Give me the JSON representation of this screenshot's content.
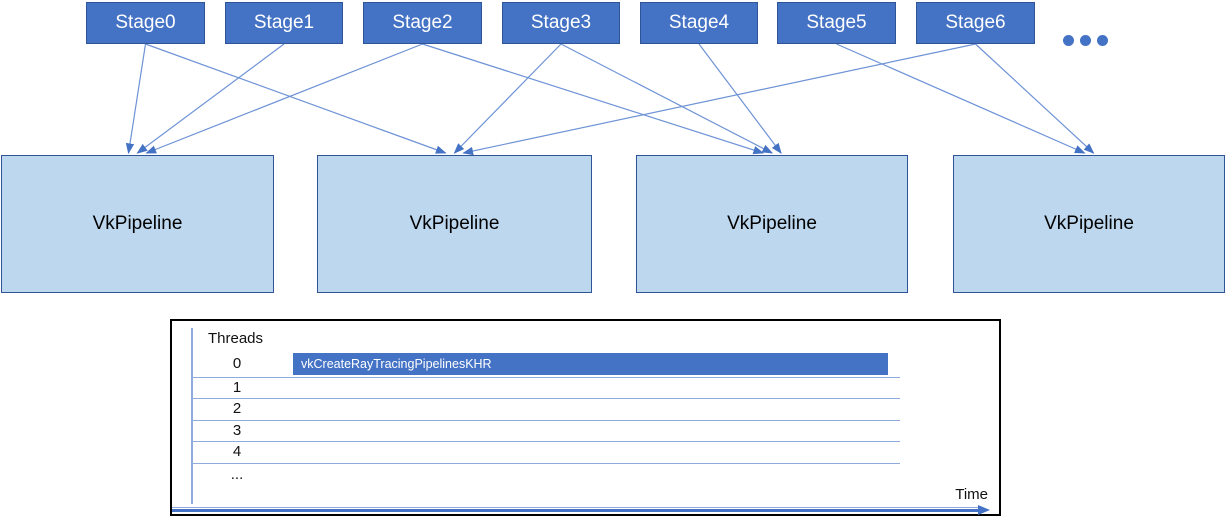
{
  "diagram": {
    "stages": [
      {
        "label": "Stage0"
      },
      {
        "label": "Stage1"
      },
      {
        "label": "Stage2"
      },
      {
        "label": "Stage3"
      },
      {
        "label": "Stage4"
      },
      {
        "label": "Stage5"
      },
      {
        "label": "Stage6"
      }
    ],
    "more_stages_indicator": "...",
    "pipelines": [
      {
        "label": "VkPipeline"
      },
      {
        "label": "VkPipeline"
      },
      {
        "label": "VkPipeline"
      },
      {
        "label": "VkPipeline"
      }
    ],
    "edges": [
      [
        0,
        0
      ],
      [
        0,
        1
      ],
      [
        1,
        0
      ],
      [
        2,
        0
      ],
      [
        2,
        2
      ],
      [
        3,
        1
      ],
      [
        3,
        2
      ],
      [
        4,
        2
      ],
      [
        5,
        3
      ],
      [
        6,
        1
      ],
      [
        6,
        3
      ]
    ]
  },
  "timeline": {
    "axis_title": "Threads",
    "thread_labels": [
      "0",
      "1",
      "2",
      "3",
      "4",
      "..."
    ],
    "bars": [
      {
        "thread": "0",
        "label": "vkCreateRayTracingPipelinesKHR"
      }
    ],
    "time_axis_label": "Time"
  },
  "chart_data": {
    "type": "bar",
    "orientation": "horizontal",
    "title": "Threads",
    "categories": [
      "0",
      "1",
      "2",
      "3",
      "4",
      "..."
    ],
    "bars": [
      {
        "category": "0",
        "label": "vkCreateRayTracingPipelinesKHR",
        "relative_length": 0.75
      }
    ],
    "xlabel": "Time",
    "notes": "Single bar on thread 0 spanning most of the time axis; threads 1-4 and ... are empty"
  },
  "colors": {
    "stage_fill": "#4472C4",
    "stage_border": "#2F5597",
    "stage_text": "#FFFFFF",
    "pipeline_fill": "#BDD7EE",
    "pipeline_border": "#2F5597",
    "connector_line": "#6E93D6",
    "arrowhead": "#4472C4",
    "bar_fill": "#4472C4",
    "grid_line": "#8FAADC",
    "time_axis": "#4472C4",
    "chart_border": "#000000"
  }
}
